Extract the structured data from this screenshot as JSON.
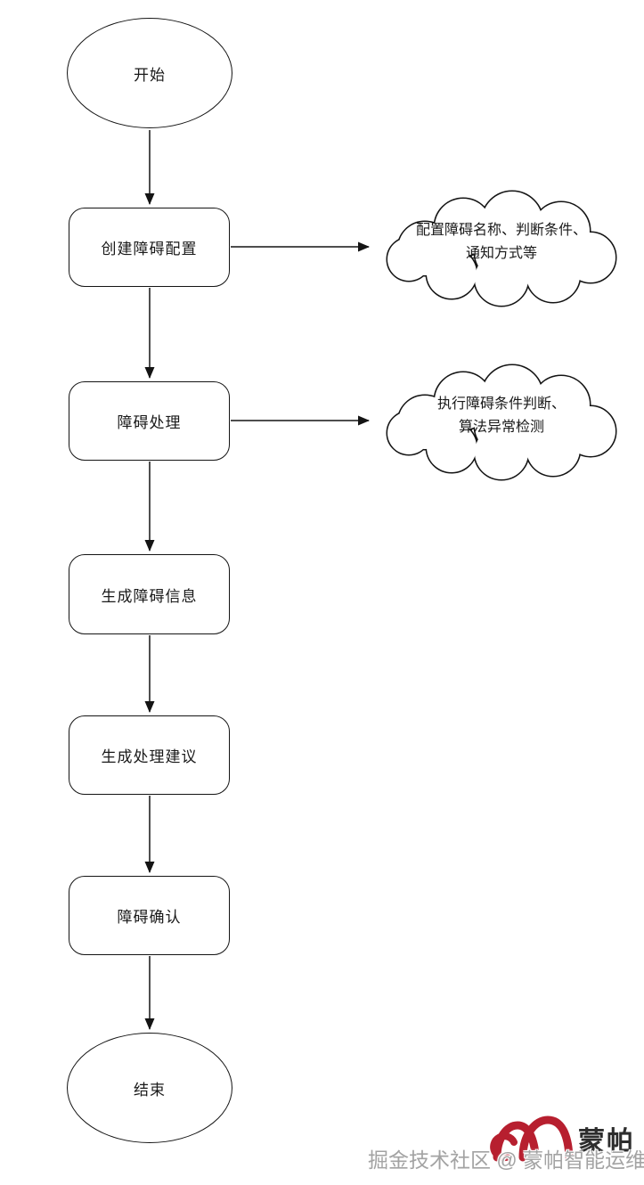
{
  "flowchart": {
    "nodes": {
      "start": {
        "label": "开始",
        "shape": "ellipse"
      },
      "create_config": {
        "label": "创建障碍配置",
        "shape": "rounded-rect"
      },
      "fault_handling": {
        "label": "障碍处理",
        "shape": "rounded-rect"
      },
      "generate_info": {
        "label": "生成障碍信息",
        "shape": "rounded-rect"
      },
      "generate_suggestion": {
        "label": "生成处理建议",
        "shape": "rounded-rect"
      },
      "fault_confirm": {
        "label": "障碍确认",
        "shape": "rounded-rect"
      },
      "end": {
        "label": "结束",
        "shape": "ellipse"
      }
    },
    "annotations": {
      "cloud1": {
        "line1": "配置障碍名称、判断条件、",
        "line2": "通知方式等",
        "attached_to": "create_config"
      },
      "cloud2": {
        "line1": "执行障碍条件判断、",
        "line2": "算法异常检测",
        "attached_to": "fault_handling"
      }
    },
    "edges": [
      {
        "from": "start",
        "to": "create_config"
      },
      {
        "from": "create_config",
        "to": "cloud1"
      },
      {
        "from": "create_config",
        "to": "fault_handling"
      },
      {
        "from": "fault_handling",
        "to": "cloud2"
      },
      {
        "from": "fault_handling",
        "to": "generate_info"
      },
      {
        "from": "generate_info",
        "to": "generate_suggestion"
      },
      {
        "from": "generate_suggestion",
        "to": "fault_confirm"
      },
      {
        "from": "fault_confirm",
        "to": "end"
      }
    ]
  },
  "watermark": {
    "text": "掘金技术社区 @ 蒙帕智能运维",
    "logo_text": "蒙帕"
  },
  "colors": {
    "line": "#141414",
    "logo_red": "#b71f2f",
    "watermark_gray": "#a3a3a3",
    "background": "#ffffff"
  }
}
